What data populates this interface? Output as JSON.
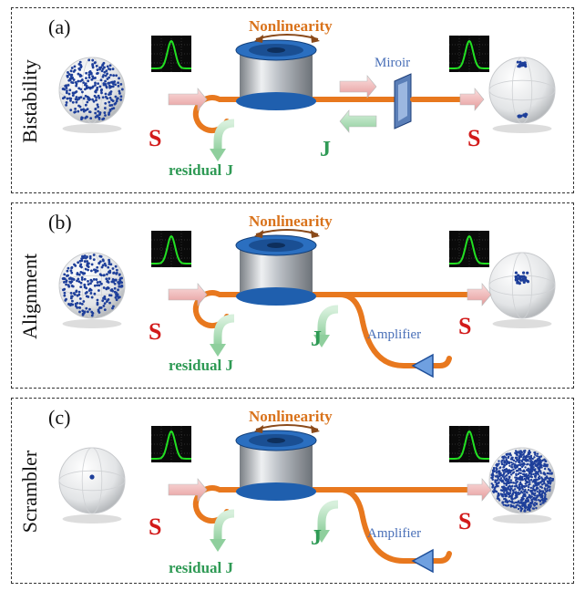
{
  "panels": [
    {
      "tag": "(a)",
      "side_label": "Bistability",
      "nonlinearity": "Nonlinearity",
      "s_in": "S",
      "s_out": "S",
      "j": "J",
      "residual": "residual J",
      "device": "Miroir",
      "input_sphere": "random",
      "output_sphere": "two-poles"
    },
    {
      "tag": "(b)",
      "side_label": "Alignment",
      "nonlinearity": "Nonlinearity",
      "s_in": "S",
      "s_out": "S",
      "j": "J",
      "residual": "residual J",
      "device": "Amplifier",
      "input_sphere": "random",
      "output_sphere": "single-cluster"
    },
    {
      "tag": "(c)",
      "side_label": "Scrambler",
      "nonlinearity": "Nonlinearity",
      "s_in": "S",
      "s_out": "S",
      "j": "J",
      "residual": "residual J",
      "device": "Amplifier",
      "input_sphere": "single-point",
      "output_sphere": "dense-random"
    }
  ],
  "colors": {
    "fiber": "#e8781e",
    "s_label": "#d21a1a",
    "j_label": "#2f9a55",
    "nonlinearity": "#d9731c",
    "device_label": "#4a70b8",
    "pulse_trace": "#22e022",
    "sphere_dots": "#1e3f9a"
  },
  "icons": {
    "spool": "fiber-spool-icon",
    "oscilloscope": "oscilloscope-trace-icon",
    "sphere": "poincare-sphere-icon",
    "mirror": "mirror-icon",
    "amplifier": "amplifier-triangle-icon"
  }
}
